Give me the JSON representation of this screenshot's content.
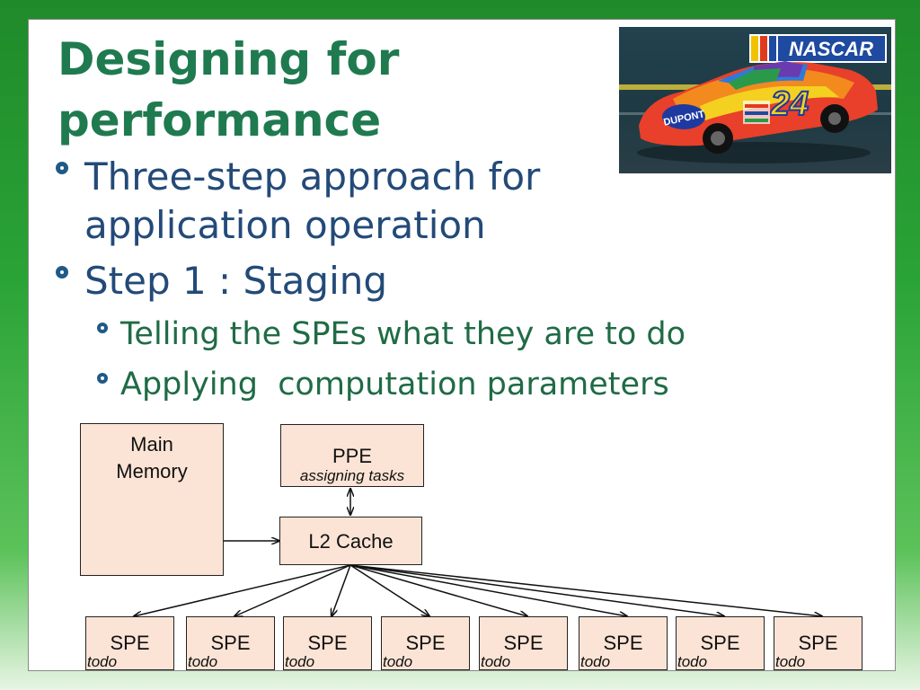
{
  "slide": {
    "title": "Designing for performance",
    "bullets": [
      {
        "text": "Three-step approach for application operation"
      },
      {
        "text": "Step 1 : Staging"
      }
    ],
    "sub_bullets": [
      {
        "text": "Telling the SPEs what they are to do"
      },
      {
        "text": "Applying  computation parameters"
      }
    ]
  },
  "photo": {
    "logo_text": "NASCAR",
    "car_number": "24",
    "sponsor": "DUPONT"
  },
  "diagram": {
    "main_memory": "Main Memory",
    "ppe": "PPE",
    "ppe_sub": "assigning tasks",
    "l2": "L2 Cache",
    "spes": [
      {
        "label": "SPE",
        "sub": "todo"
      },
      {
        "label": "SPE",
        "sub": "todo"
      },
      {
        "label": "SPE",
        "sub": "todo"
      },
      {
        "label": "SPE",
        "sub": "todo"
      },
      {
        "label": "SPE",
        "sub": "todo"
      },
      {
        "label": "SPE",
        "sub": "todo"
      },
      {
        "label": "SPE",
        "sub": "todo"
      },
      {
        "label": "SPE",
        "sub": "todo"
      }
    ]
  },
  "colors": {
    "title": "#1f7a4f",
    "bullet_text": "#234a78",
    "sub_bullet_text": "#1f6b45",
    "box_fill": "#fbe4d5",
    "background_green": "#2aa336"
  }
}
